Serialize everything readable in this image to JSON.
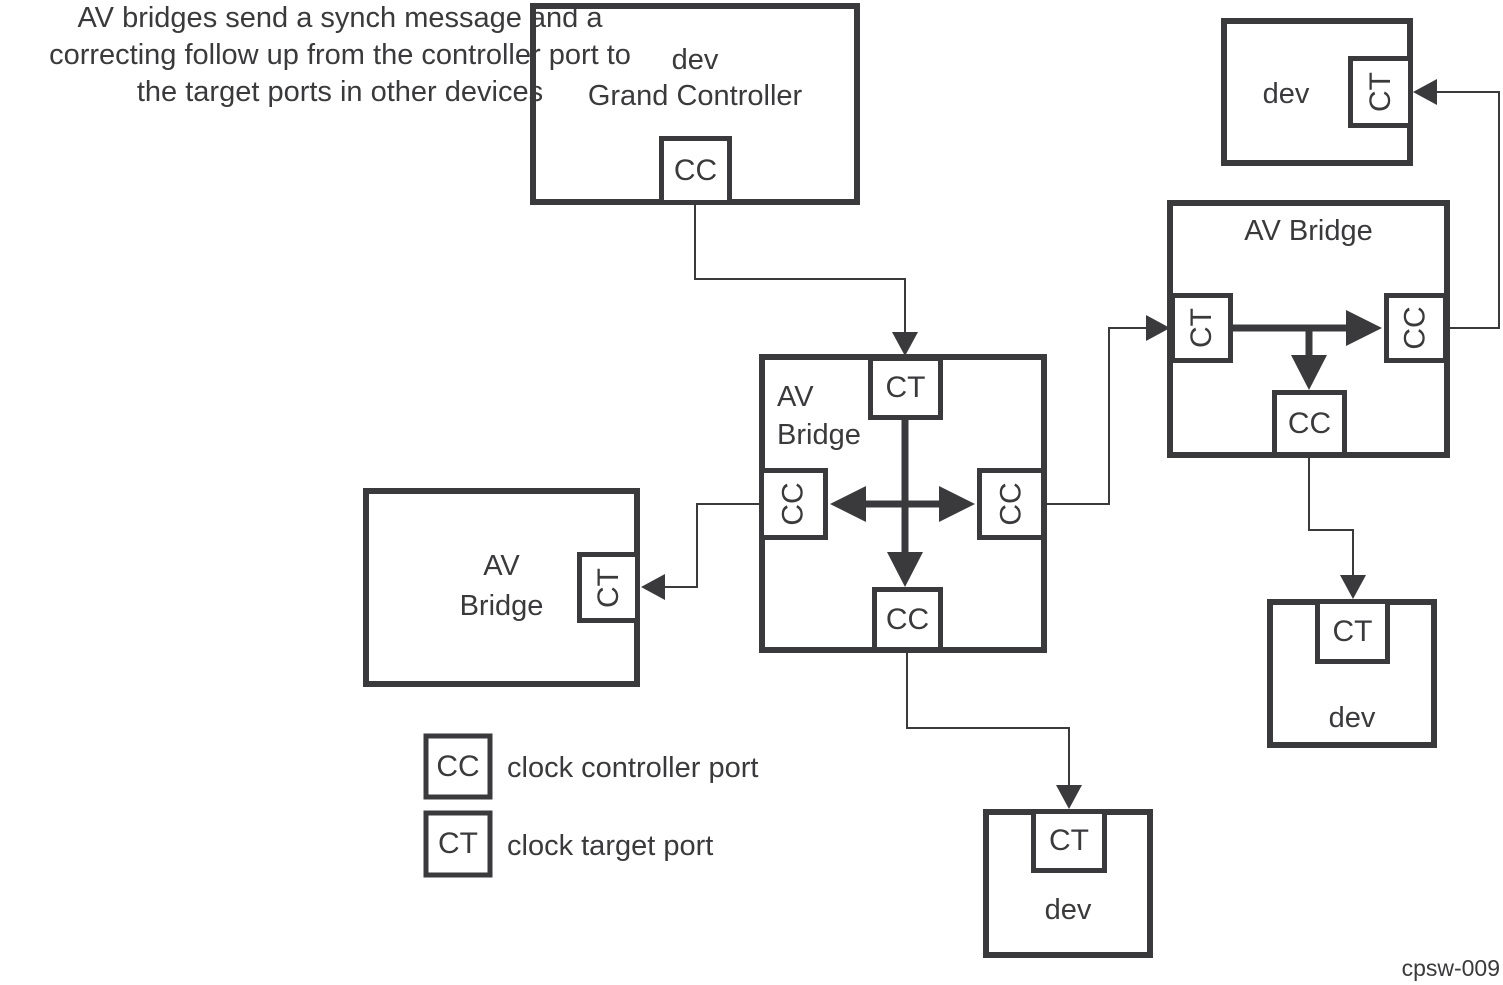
{
  "colors": {
    "ink": "#3a3a3c",
    "background": "#ffffff"
  },
  "annotation": "AV bridges send a synch message and a\ncorrecting follow up from the controller port to\nthe target ports in other devices",
  "figure_id": "cpsw-009",
  "nodes": {
    "grand_controller": {
      "title": "dev\nGrand Controller",
      "port": "CC"
    },
    "dev_top_right": {
      "title": "dev",
      "port": "CT"
    },
    "bridge_right": {
      "title": "AV Bridge",
      "ports": {
        "left": "CT",
        "right": "CC",
        "bottom": "CC"
      }
    },
    "bridge_center": {
      "title": "AV\nBridge",
      "ports": {
        "top": "CT",
        "left": "CC",
        "right": "CC",
        "bottom": "CC"
      }
    },
    "bridge_left": {
      "title": "AV\nBridge",
      "port": "CT"
    },
    "dev_bottom_center": {
      "title": "dev",
      "port": "CT"
    },
    "dev_bottom_right": {
      "title": "dev",
      "port": "CT"
    }
  },
  "legend": [
    {
      "symbol": "CC",
      "label": "clock controller port"
    },
    {
      "symbol": "CT",
      "label": "clock target port"
    }
  ]
}
